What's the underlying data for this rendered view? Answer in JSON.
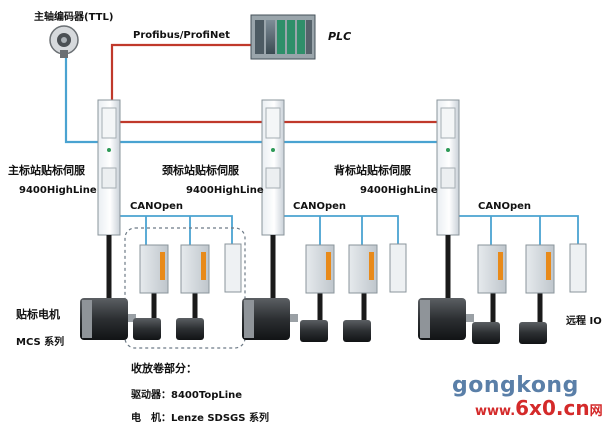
{
  "labels": {
    "encoder": "主轴编码器(TTL)",
    "fieldbus": "Profibus/ProfiNet",
    "plc": "PLC",
    "main_servo": "主标站贴标伺服",
    "neck_servo": "颈标站贴标伺服",
    "back_servo": "背标站贴标伺服",
    "hl1": "9400HighLine",
    "hl2": "9400HighLine",
    "hl3": "9400HighLine",
    "can1": "CANOpen",
    "can2": "CANOpen",
    "can3": "CANOpen",
    "motor1": "贴标电机",
    "motor2": "MCS 系列",
    "remote_io": "远程 IO",
    "rewind_title": "收放卷部分：",
    "rewind_drive": "驱动器：8400TopLine",
    "rewind_motor": "电　机：Lenze SDSGS 系列"
  },
  "watermark": {
    "brand": "gongkong",
    "site": "6x0.cn",
    "site_prefix": "www.",
    "site_suffix": "网"
  },
  "colors": {
    "profibus_line": "#c0392b",
    "canopen_line": "#4aa3d1",
    "power_cable": "#1a1a1a"
  }
}
